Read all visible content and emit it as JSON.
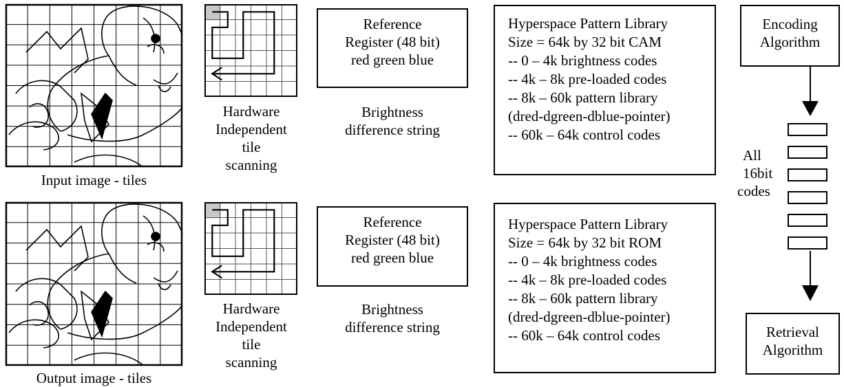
{
  "top": {
    "image_caption": "Input image - tiles",
    "scan_caption": [
      "Hardware",
      "Independent",
      "tile",
      "scanning"
    ],
    "register": [
      "Reference",
      "Register (48 bit)",
      "red green blue"
    ],
    "brightness": [
      "Brightness",
      "difference string"
    ],
    "library": [
      "Hyperspace Pattern Library",
      "Size = 64k by 32 bit CAM",
      "-- 0 – 4k brightness codes",
      "-- 4k – 8k pre-loaded codes",
      "-- 8k – 60k pattern library",
      "(dred-dgreen-dblue-pointer)",
      "-- 60k – 64k control codes"
    ]
  },
  "bottom": {
    "image_caption": "Output image - tiles",
    "scan_caption": [
      "Hardware",
      "Independent",
      "tile",
      "scanning"
    ],
    "register": [
      "Reference",
      "Register (48 bit)",
      "red green blue"
    ],
    "brightness": [
      "Brightness",
      "difference string"
    ],
    "library": [
      "Hyperspace Pattern Library",
      "Size = 64k by 32 bit ROM",
      "-- 0 – 4k brightness codes",
      "-- 4k – 8k pre-loaded codes",
      "-- 8k – 60k pattern library",
      "(dred-dgreen-dblue-pointer)",
      "-- 60k – 64k control codes"
    ]
  },
  "right": {
    "encoding": [
      "Encoding",
      "Algorithm"
    ],
    "retrieval": [
      "Retrieval",
      "Algorithm"
    ],
    "codes_label": [
      "All",
      "16bit",
      "codes"
    ]
  }
}
